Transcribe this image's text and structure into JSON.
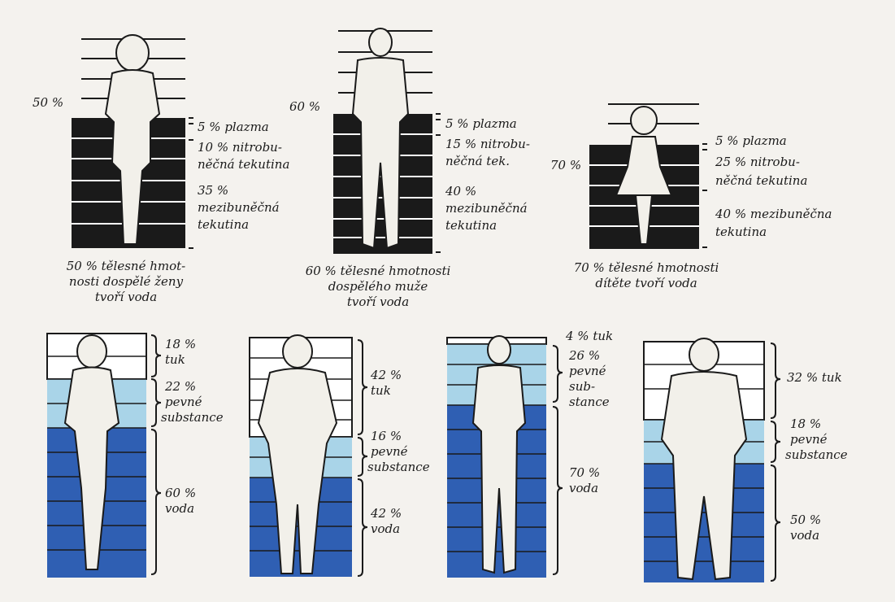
{
  "colors": {
    "ink": "#1a1a1a",
    "water_blue": "#2f5fb3",
    "solids_light_blue": "#a9d4e8",
    "fat_white": "#ffffff",
    "figure_fill": "#f2f0ea"
  },
  "top_row": {
    "woman": {
      "water_pct": "50 %",
      "l1": "5 % plazma",
      "l2a": "10 % nitrobu-",
      "l2b": "něčná tekutina",
      "l3a": "35 %",
      "l3b": "mezibuněčná",
      "l3c": "tekutina",
      "cap1": "50 % tělesné hmot-",
      "cap2": "nosti dospělé ženy",
      "cap3": "tvoří voda"
    },
    "man": {
      "water_pct": "60 %",
      "l1": "5 % plazma",
      "l2a": "15 % nitrobu-",
      "l2b": "něčná tek.",
      "l3a": "40 %",
      "l3b": "mezibuněčná",
      "l3c": "tekutina",
      "cap1": "60 % tělesné hmotnosti",
      "cap2": "dospělého muže",
      "cap3": "tvoří voda"
    },
    "child": {
      "water_pct": "70 %",
      "l1": "5 % plazma",
      "l2a": "25 % nitrobu-",
      "l2b": "něčná tekutina",
      "l3a": "40 % mezibuněčna",
      "l3b": "tekutina",
      "cap1": "70 % tělesné hmotnosti",
      "cap2": "dítěte tvoří voda"
    }
  },
  "bottom_row": {
    "slim_woman": {
      "fat_a": "18 %",
      "fat_b": "tuk",
      "sol_a": "22 %",
      "sol_b": "pevné",
      "sol_c": "substance",
      "wat_a": "60 %",
      "wat_b": "voda"
    },
    "obese_woman": {
      "fat_a": "42 %",
      "fat_b": "tuk",
      "sol_a": "16 %",
      "sol_b": "pevné",
      "sol_c": "substance",
      "wat_a": "42 %",
      "wat_b": "voda"
    },
    "lean_man": {
      "fat": "4 % tuk",
      "sol_a": "26 %",
      "sol_b": "pevné",
      "sol_c": "sub-",
      "sol_d": "stance",
      "wat_a": "70 %",
      "wat_b": "voda"
    },
    "obese_man": {
      "fat": "32 % tuk",
      "sol_a": "18 %",
      "sol_b": "pevné",
      "sol_c": "substance",
      "wat_a": "50 %",
      "wat_b": "voda"
    }
  }
}
